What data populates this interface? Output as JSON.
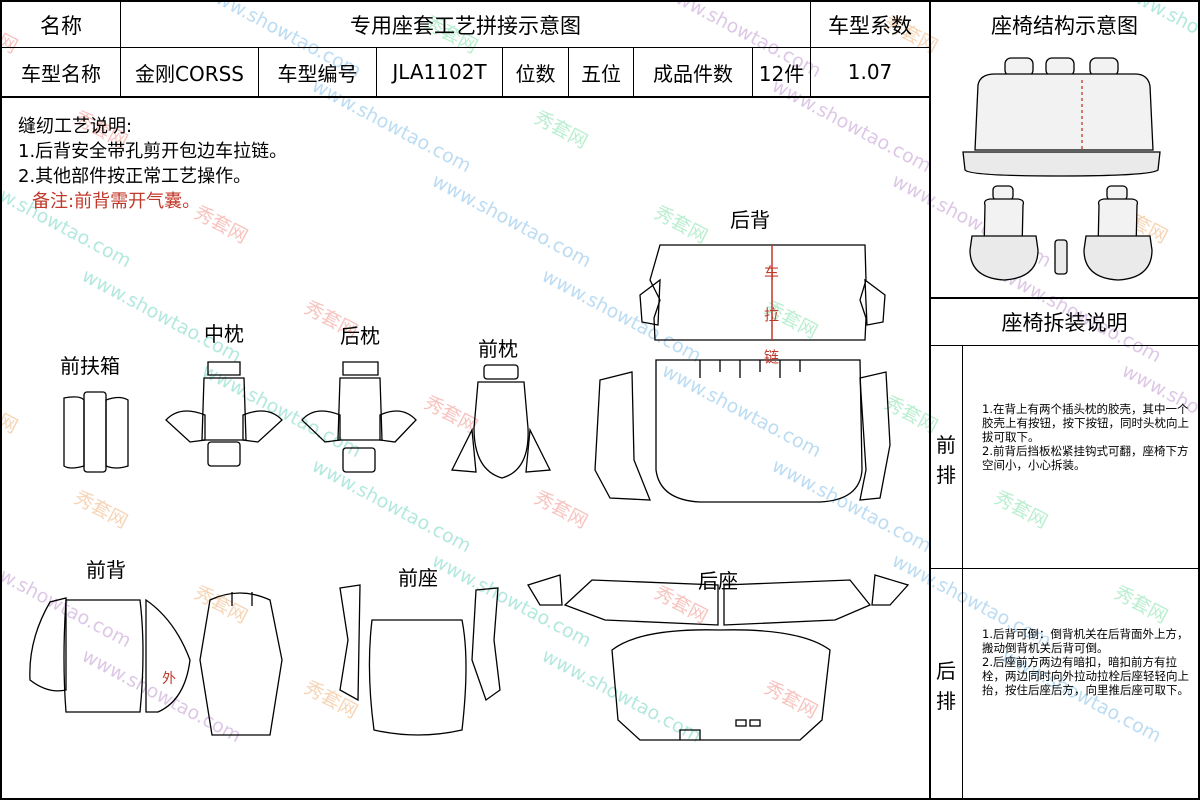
{
  "header": {
    "name_label": "名称",
    "title": "专用座套工艺拼接示意图",
    "coef_label": "车型系数",
    "structure_title": "座椅结构示意图",
    "model_name_label": "车型名称",
    "model_name": "金刚CORSS",
    "model_no_label": "车型编号",
    "model_no": "JLA1102T",
    "seats_label": "位数",
    "seats": "五位",
    "pieces_label": "成品件数",
    "pieces": "12件",
    "coef": "1.07"
  },
  "notes": {
    "title": "缝纫工艺说明:",
    "line1": "1.后背安全带孔剪开包边车拉链。",
    "line2": "2.其他部件按正常工艺操作。",
    "remark": "备注:前背需开气囊。",
    "remark_color": "#c0392b"
  },
  "parts": {
    "rear_back": "后背",
    "zipper_1": "车",
    "zipper_2": "拉",
    "zipper_3": "链",
    "middle_pillow": "中枕",
    "rear_pillow": "后枕",
    "front_pillow": "前枕",
    "front_armrest": "前扶箱",
    "front_back": "前背",
    "outer": "外",
    "front_seat": "前座",
    "rear_seat": "后座"
  },
  "sidebar": {
    "disassembly_title": "座椅拆装说明",
    "front_row_1": "前",
    "front_row_2": "排",
    "front_text": "1.在背上有两个插头枕的胶壳，其中一个胶壳上有按钮，按下按钮，同时头枕向上拔可取下。\n2.前背后挡板松紧挂钩式可翻，座椅下方空间小，小心拆装。",
    "rear_row_1": "后",
    "rear_row_2": "排",
    "rear_text": "1.后背可倒：倒背机关在后背面外上方，搬动倒背机关后背可倒。\n2.后座前方两边有暗扣，暗扣前方有拉栓，两边同时向外拉动拉栓后座轻轻向上抬，按住后座后方，向里推后座可取下。"
  },
  "watermark": {
    "cn": "秀套网",
    "en": "www.showtao.com"
  }
}
